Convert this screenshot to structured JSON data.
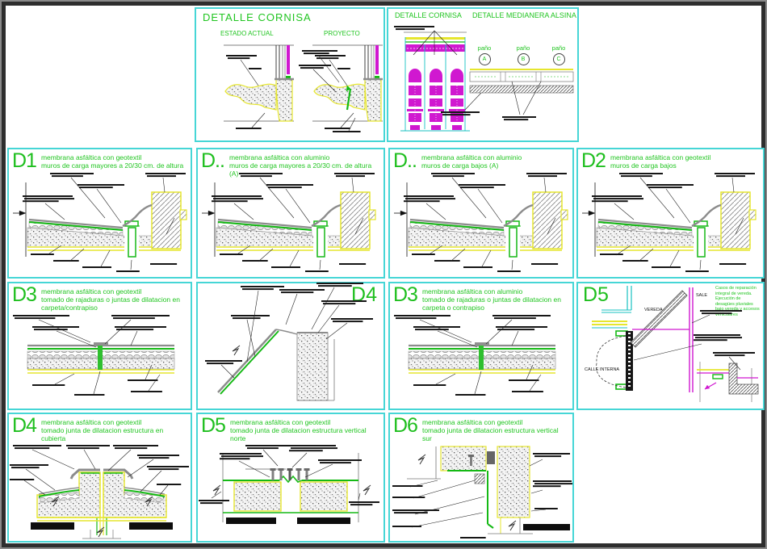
{
  "colors": {
    "panel_border": "#46d6d6",
    "cad_green": "#21c521",
    "magenta": "#d018d0",
    "yellow": "#e6e62e",
    "cyan": "#18c2c2"
  },
  "top_panels": {
    "cornisa": {
      "title": "DETALLE CORNISA",
      "estado_label": "ESTADO ACTUAL",
      "proyecto_label": "PROYECTO"
    },
    "medianera": {
      "title_cornisa": "DETALLE CORNISA",
      "title_medianera": "DETALLE MEDIANERA ALSINA",
      "panos": [
        {
          "word": "paño",
          "letter": "A"
        },
        {
          "word": "paño",
          "letter": "B"
        },
        {
          "word": "paño",
          "letter": "C"
        }
      ]
    }
  },
  "details": [
    {
      "code": "D1",
      "title": "membrana asfáltica con geotextil",
      "subtitle": "muros de carga mayores a 20/30 cm. de altura"
    },
    {
      "code": "D..",
      "title": "membrana asfáltica con aluminio",
      "subtitle": "muros de carga mayores a 20/30 cm. de altura (A)"
    },
    {
      "code": "D..",
      "title": "membrana asfáltica con aluminio",
      "subtitle": "muros de carga bajos (A)"
    },
    {
      "code": "D2",
      "title": "membrana asfáltica con geotextil",
      "subtitle": "muros de carga bajos"
    },
    {
      "code": "D3",
      "title": "membrana asfáltica con geotextil",
      "subtitle": "tomado de rajaduras o juntas de dilatacion en carpeta/contrapiso"
    },
    {
      "code": "D4",
      "title": "",
      "subtitle": ""
    },
    {
      "code": "D3",
      "title": "membrana asfáltica con aluminio",
      "subtitle": "tomado de rajaduras o juntas de dilatacion en carpeta o contrapiso"
    },
    {
      "code": "D5",
      "title": "",
      "subtitle": "",
      "note": "Casos de reparación integral de vereda. Ejecución de desagües pluviales bajo vereda y accesos vehiculares",
      "labels": {
        "vereda": "VEREDA",
        "sale": "SALE",
        "calle": "CALLE INTERNA"
      }
    },
    {
      "code": "D4",
      "title": "membrana asfáltica con geotextil",
      "subtitle": "tomado junta de dilatacion estructura en cubierta"
    },
    {
      "code": "D5",
      "title": "membrana asfáltica con geotextil",
      "subtitle": "tomado junta de dilatacion estructura vertical norte"
    },
    {
      "code": "D6",
      "title": "membrana asfáltica con geotextil",
      "subtitle": "tomado junta de dilatacion estructura vertical sur"
    }
  ]
}
